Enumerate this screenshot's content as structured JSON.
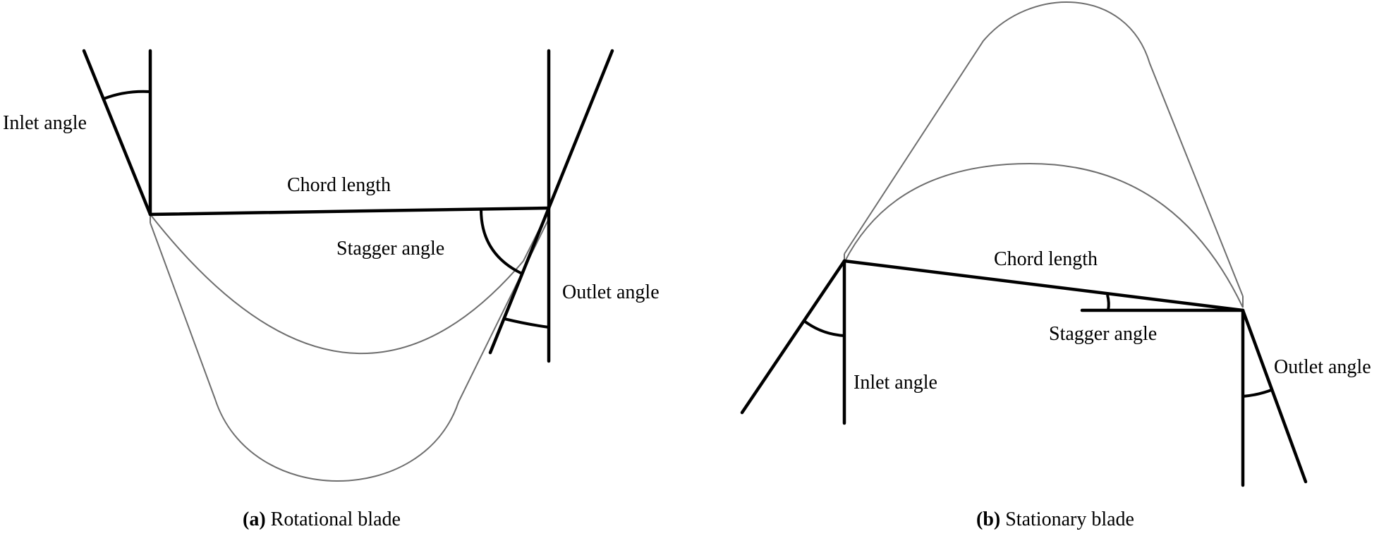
{
  "panel_a": {
    "caption_tag": "(a)",
    "caption_text": " Rotational blade",
    "labels": {
      "inlet_angle": "Inlet angle",
      "chord_length": "Chord length",
      "stagger_angle": "Stagger angle",
      "outlet_angle": "Outlet angle"
    }
  },
  "panel_b": {
    "caption_tag": "(b)",
    "caption_text": " Stationary blade",
    "labels": {
      "chord_length": "Chord length",
      "stagger_angle": "Stagger angle",
      "inlet_angle": "Inlet angle",
      "outlet_angle": "Outlet angle"
    }
  },
  "colors": {
    "line": "#000000",
    "profile": "#6e6e6e",
    "background": "#ffffff"
  }
}
